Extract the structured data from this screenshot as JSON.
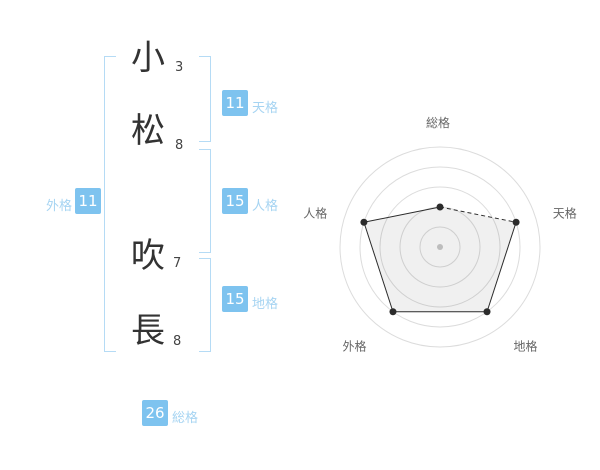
{
  "name_analysis": {
    "surname": "小松",
    "given_name": "吹長",
    "characters": [
      {
        "char": "小",
        "strokes": "3"
      },
      {
        "char": "松",
        "strokes": "8"
      },
      {
        "char": "吹",
        "strokes": "7"
      },
      {
        "char": "長",
        "strokes": "8"
      }
    ],
    "kaku": {
      "tenkaku": {
        "label": "天格",
        "value": "11"
      },
      "jinkaku": {
        "label": "人格",
        "value": "15"
      },
      "chikaku": {
        "label": "地格",
        "value": "15"
      },
      "gaikaku": {
        "label": "外格",
        "value": "11"
      },
      "soukaku": {
        "label": "総格",
        "value": "26"
      }
    }
  },
  "colors": {
    "badge_blue": "#7ec3ef",
    "label_blue": "#a6d4f2",
    "bracket_blue": "#b5dbf5",
    "text_dark": "#333333",
    "ring_gray": "#dcdcdc",
    "polygon_dark": "#2b2b2b"
  },
  "chart_data": {
    "type": "radar",
    "title": "",
    "axes": [
      "総格",
      "天格",
      "地格",
      "外格",
      "人格"
    ],
    "values": [
      2,
      4,
      4,
      4,
      4
    ],
    "max": 5,
    "rings": 5,
    "start": "top",
    "direction": "clockwise",
    "dashed_edges": [
      [
        0,
        1
      ]
    ],
    "fill": "rgba(0,0,0,0.06)",
    "legend": "off",
    "grid": "concentric-circles"
  }
}
